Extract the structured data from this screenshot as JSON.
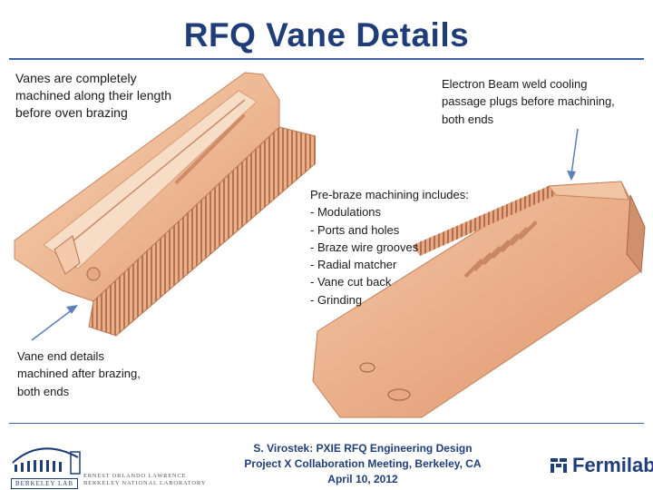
{
  "slide": {
    "title": "RFQ Vane Details"
  },
  "notes": {
    "top_left": [
      "Vanes are completely",
      "machined along their length",
      "before oven brazing"
    ],
    "top_right": [
      "Electron Beam weld cooling",
      "passage plugs before machining,",
      "both ends"
    ],
    "middle_right": [
      "Pre-braze machining includes:",
      "- Modulations",
      "- Ports and holes",
      "- Braze wire grooves",
      "- Radial matcher",
      "- Vane cut back",
      "- Grinding"
    ],
    "bottom_left": [
      "Vane end details",
      "machined after brazing,",
      "both ends"
    ]
  },
  "footer": {
    "lines": [
      "S. Virostek: PXIE RFQ Engineering Design",
      "Project X Collaboration Meeting, Berkeley, CA",
      "April 10, 2012"
    ],
    "lab_name_lines": [
      "ERNEST ORLANDO LAWRENCE",
      "BERKELEY NATIONAL LABORATORY"
    ],
    "lab_badge": "BERKELEY LAB",
    "fermilab_logo_text": "Fermilab"
  },
  "colors": {
    "title": "#1f3e79",
    "copper_light": "#f2c2a0",
    "copper_mid": "#e4a27c",
    "copper_dark": "#c27a56",
    "arrow": "#5b7fb8"
  },
  "icons": {
    "arrows": "arrow-icon",
    "fermilab_mark": "fermilab-icon",
    "lab_mark": "berkeley-lab-icon"
  }
}
